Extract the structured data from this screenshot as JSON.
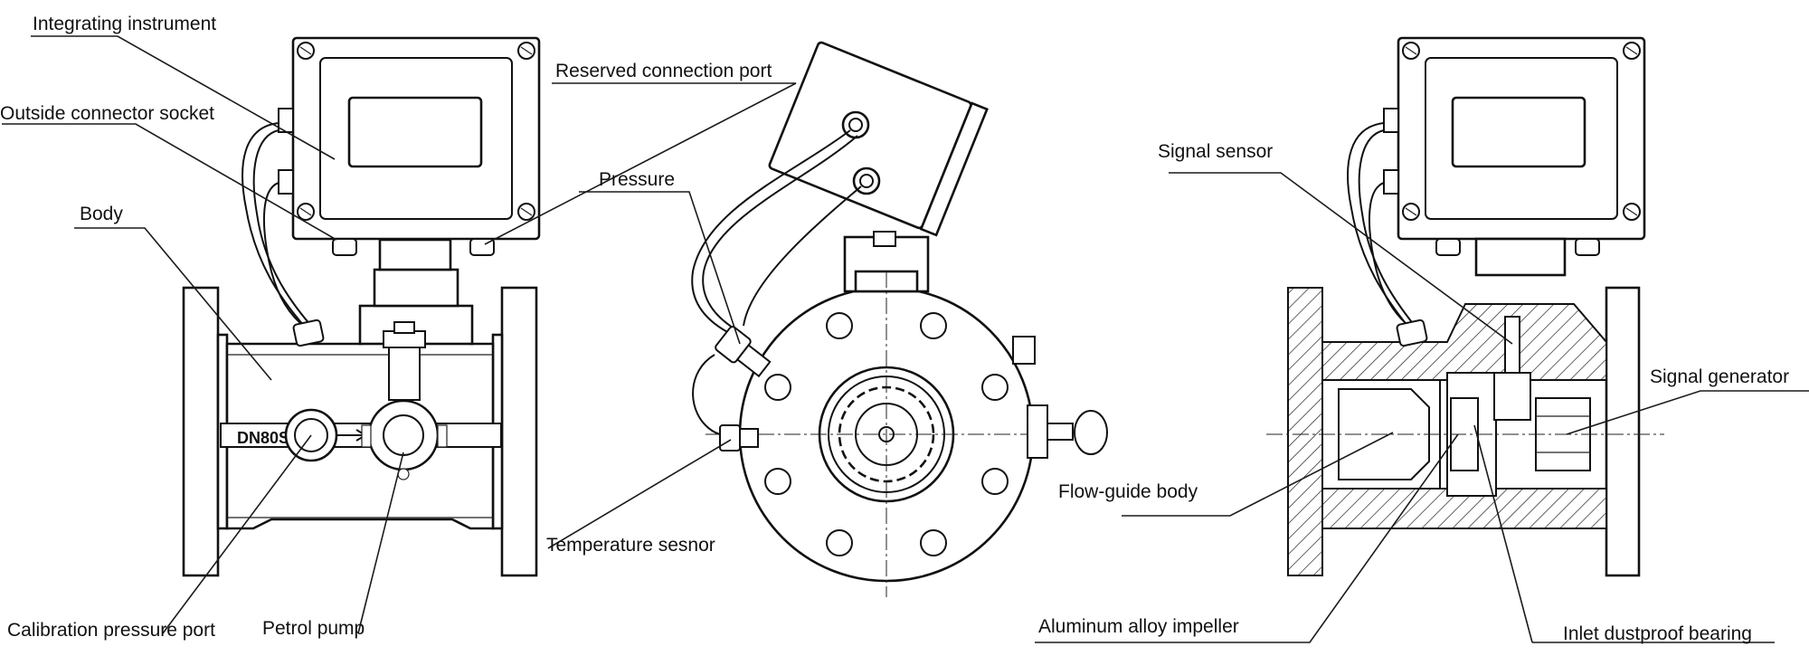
{
  "labels": {
    "integrating_instrument": "Integrating instrument",
    "outside_connector_socket": "Outside connector socket",
    "body": "Body",
    "calibration_pressure_port": "Calibration pressure port",
    "petrol_pump": "Petrol pump",
    "reserved_connection_port": "Reserved connection port",
    "pressure": "Pressure",
    "temperature_sensor": "Temperature sesnor",
    "signal_sensor": "Signal sensor",
    "signal_generator": "Signal generator",
    "flow_guide_body": "Flow-guide body",
    "aluminum_alloy_impeller": "Aluminum alloy impeller",
    "inlet_dustproof_bearing": "Inlet dustproof bearing"
  },
  "nameplate": {
    "model": "DN80S"
  }
}
